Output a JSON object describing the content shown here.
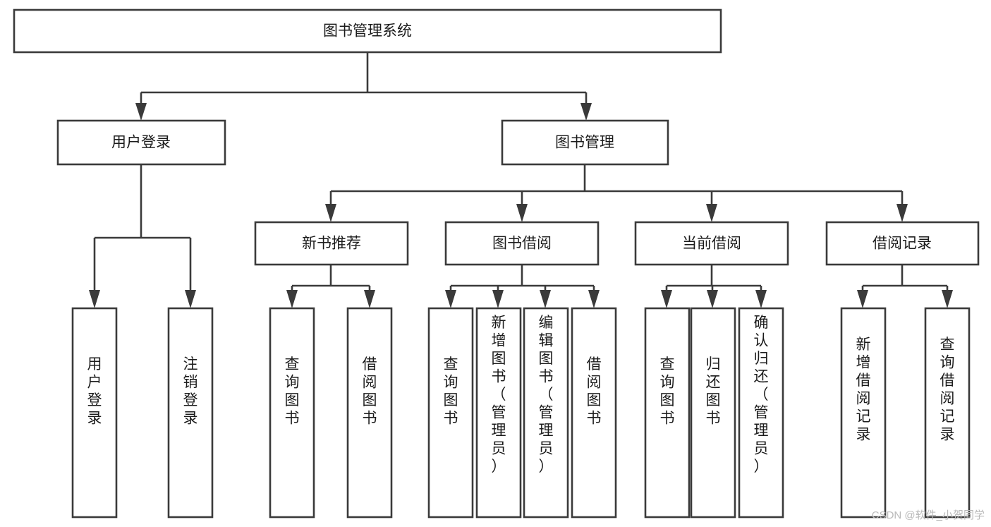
{
  "diagram": {
    "title": "图书管理系统",
    "type": "hierarchy-tree",
    "root": {
      "id": "root",
      "label": "图书管理系统",
      "orientation": "horizontal"
    },
    "level2": [
      {
        "id": "user-login",
        "label": "用户登录",
        "orientation": "horizontal"
      },
      {
        "id": "book-management",
        "label": "图书管理",
        "orientation": "horizontal"
      }
    ],
    "level3": [
      {
        "id": "new-book-recommend",
        "label": "新书推荐",
        "orientation": "horizontal",
        "parent": "book-management"
      },
      {
        "id": "book-borrow",
        "label": "图书借阅",
        "orientation": "horizontal",
        "parent": "book-management"
      },
      {
        "id": "current-borrow",
        "label": "当前借阅",
        "orientation": "horizontal",
        "parent": "book-management"
      },
      {
        "id": "borrow-record",
        "label": "借阅记录",
        "orientation": "horizontal",
        "parent": "book-management"
      }
    ],
    "leaves": [
      {
        "id": "leaf-user-login",
        "label": "用户登录",
        "orientation": "vertical",
        "parent": "user-login"
      },
      {
        "id": "leaf-user-logout",
        "label": "注销登录",
        "orientation": "vertical",
        "parent": "user-login"
      },
      {
        "id": "leaf-query-book-1",
        "label": "查询图书",
        "orientation": "vertical",
        "parent": "new-book-recommend"
      },
      {
        "id": "leaf-borrow-book-1",
        "label": "借阅图书",
        "orientation": "vertical",
        "parent": "new-book-recommend"
      },
      {
        "id": "leaf-query-book-2",
        "label": "查询图书",
        "orientation": "vertical",
        "parent": "book-borrow"
      },
      {
        "id": "leaf-add-book",
        "label": "新增图书（管理员）",
        "orientation": "vertical",
        "parent": "book-borrow"
      },
      {
        "id": "leaf-edit-book",
        "label": "编辑图书（管理员）",
        "orientation": "vertical",
        "parent": "book-borrow"
      },
      {
        "id": "leaf-borrow-book-2",
        "label": "借阅图书",
        "orientation": "vertical",
        "parent": "book-borrow"
      },
      {
        "id": "leaf-query-book-3",
        "label": "查询图书",
        "orientation": "vertical",
        "parent": "current-borrow"
      },
      {
        "id": "leaf-return-book",
        "label": "归还图书",
        "orientation": "vertical",
        "parent": "current-borrow"
      },
      {
        "id": "leaf-confirm-return",
        "label": "确认归还（管理员）",
        "orientation": "vertical",
        "parent": "current-borrow"
      },
      {
        "id": "leaf-add-record",
        "label": "新增借阅记录",
        "orientation": "vertical",
        "parent": "borrow-record"
      },
      {
        "id": "leaf-query-record",
        "label": "查询借阅记录",
        "orientation": "vertical",
        "parent": "borrow-record"
      }
    ]
  },
  "watermark": {
    "text": "CSDN @软件_小贺同学"
  },
  "colors": {
    "stroke": "#3a3a3a",
    "box_fill": "#ffffff",
    "text": "#1b1b1b",
    "watermark": "#b9b9b9",
    "background": "#ffffff"
  }
}
